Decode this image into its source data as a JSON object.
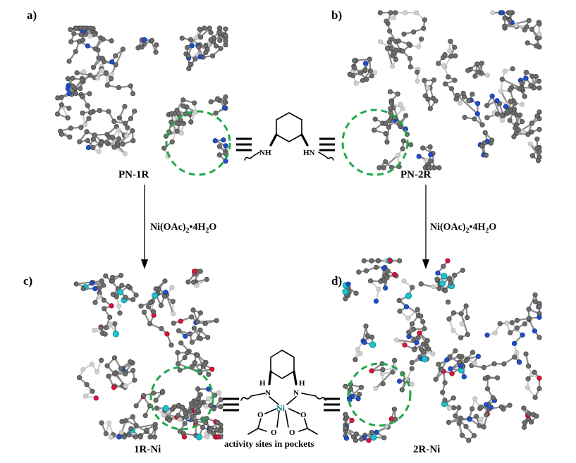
{
  "panels": {
    "a": {
      "letter": "a)",
      "name": "PN-1R"
    },
    "b": {
      "letter": "b)",
      "name": "PN-2R"
    },
    "c": {
      "letter": "c)",
      "name": "1R-Ni"
    },
    "d": {
      "letter": "d)",
      "name": "2R-Ni"
    }
  },
  "reagent": {
    "main": "Ni(OAc)",
    "sub1": "2",
    "mid": "•4H",
    "sub2": "2",
    "tail": "O"
  },
  "top_structure": {
    "label_nh_left": "NH",
    "label_hn_right": "HN"
  },
  "bottom_structure": {
    "label_h_left": "H",
    "label_h_right": "H",
    "label_n_left": "N",
    "label_n_right": "N",
    "label_ni": "Ni",
    "label_o1": "O",
    "label_o2": "O",
    "label_o3": "O",
    "label_o4": "O",
    "caption": "activity sites in pockets"
  },
  "equivalence_symbol": "≡",
  "colors": {
    "carbon": "#6e6e6e",
    "nitrogen": "#1f4fd0",
    "oxygen": "#e0133a",
    "nickel": "#19c3cf",
    "pocket": "#20a84a"
  }
}
